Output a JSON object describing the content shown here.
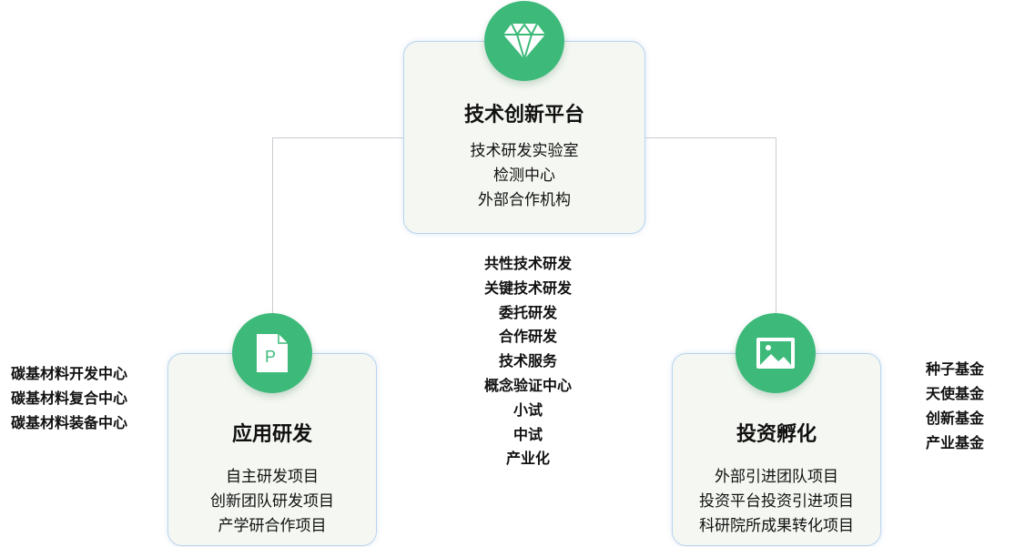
{
  "top": {
    "icon": "diamond-icon",
    "title": "技术创新平台",
    "items": [
      "技术研发实验室",
      "检测中心",
      "外部合作机构"
    ]
  },
  "left": {
    "icon": "document-p-icon",
    "title": "应用研发",
    "items": [
      "自主研发项目",
      "创新团队研发项目",
      "产学研合作项目"
    ]
  },
  "right": {
    "icon": "image-icon",
    "title": "投资孵化",
    "items": [
      "外部引进团队项目",
      "投资平台投资引进项目",
      "科研院所成果转化项目"
    ]
  },
  "middle_list": [
    "共性技术研发",
    "关键技术研发",
    "委托研发",
    "合作研发",
    "技术服务",
    "概念验证中心",
    "小试",
    "中试",
    "产业化"
  ],
  "left_side_list": [
    "碳基材料开发中心",
    "碳基材料复合中心",
    "碳基材料装备中心"
  ],
  "right_side_list": [
    "种子基金",
    "天使基金",
    "创新基金",
    "产业基金"
  ],
  "colors": {
    "accent": "#3dba7a",
    "box_bg": "#f5f8f2",
    "border": "#b9d4ef"
  }
}
